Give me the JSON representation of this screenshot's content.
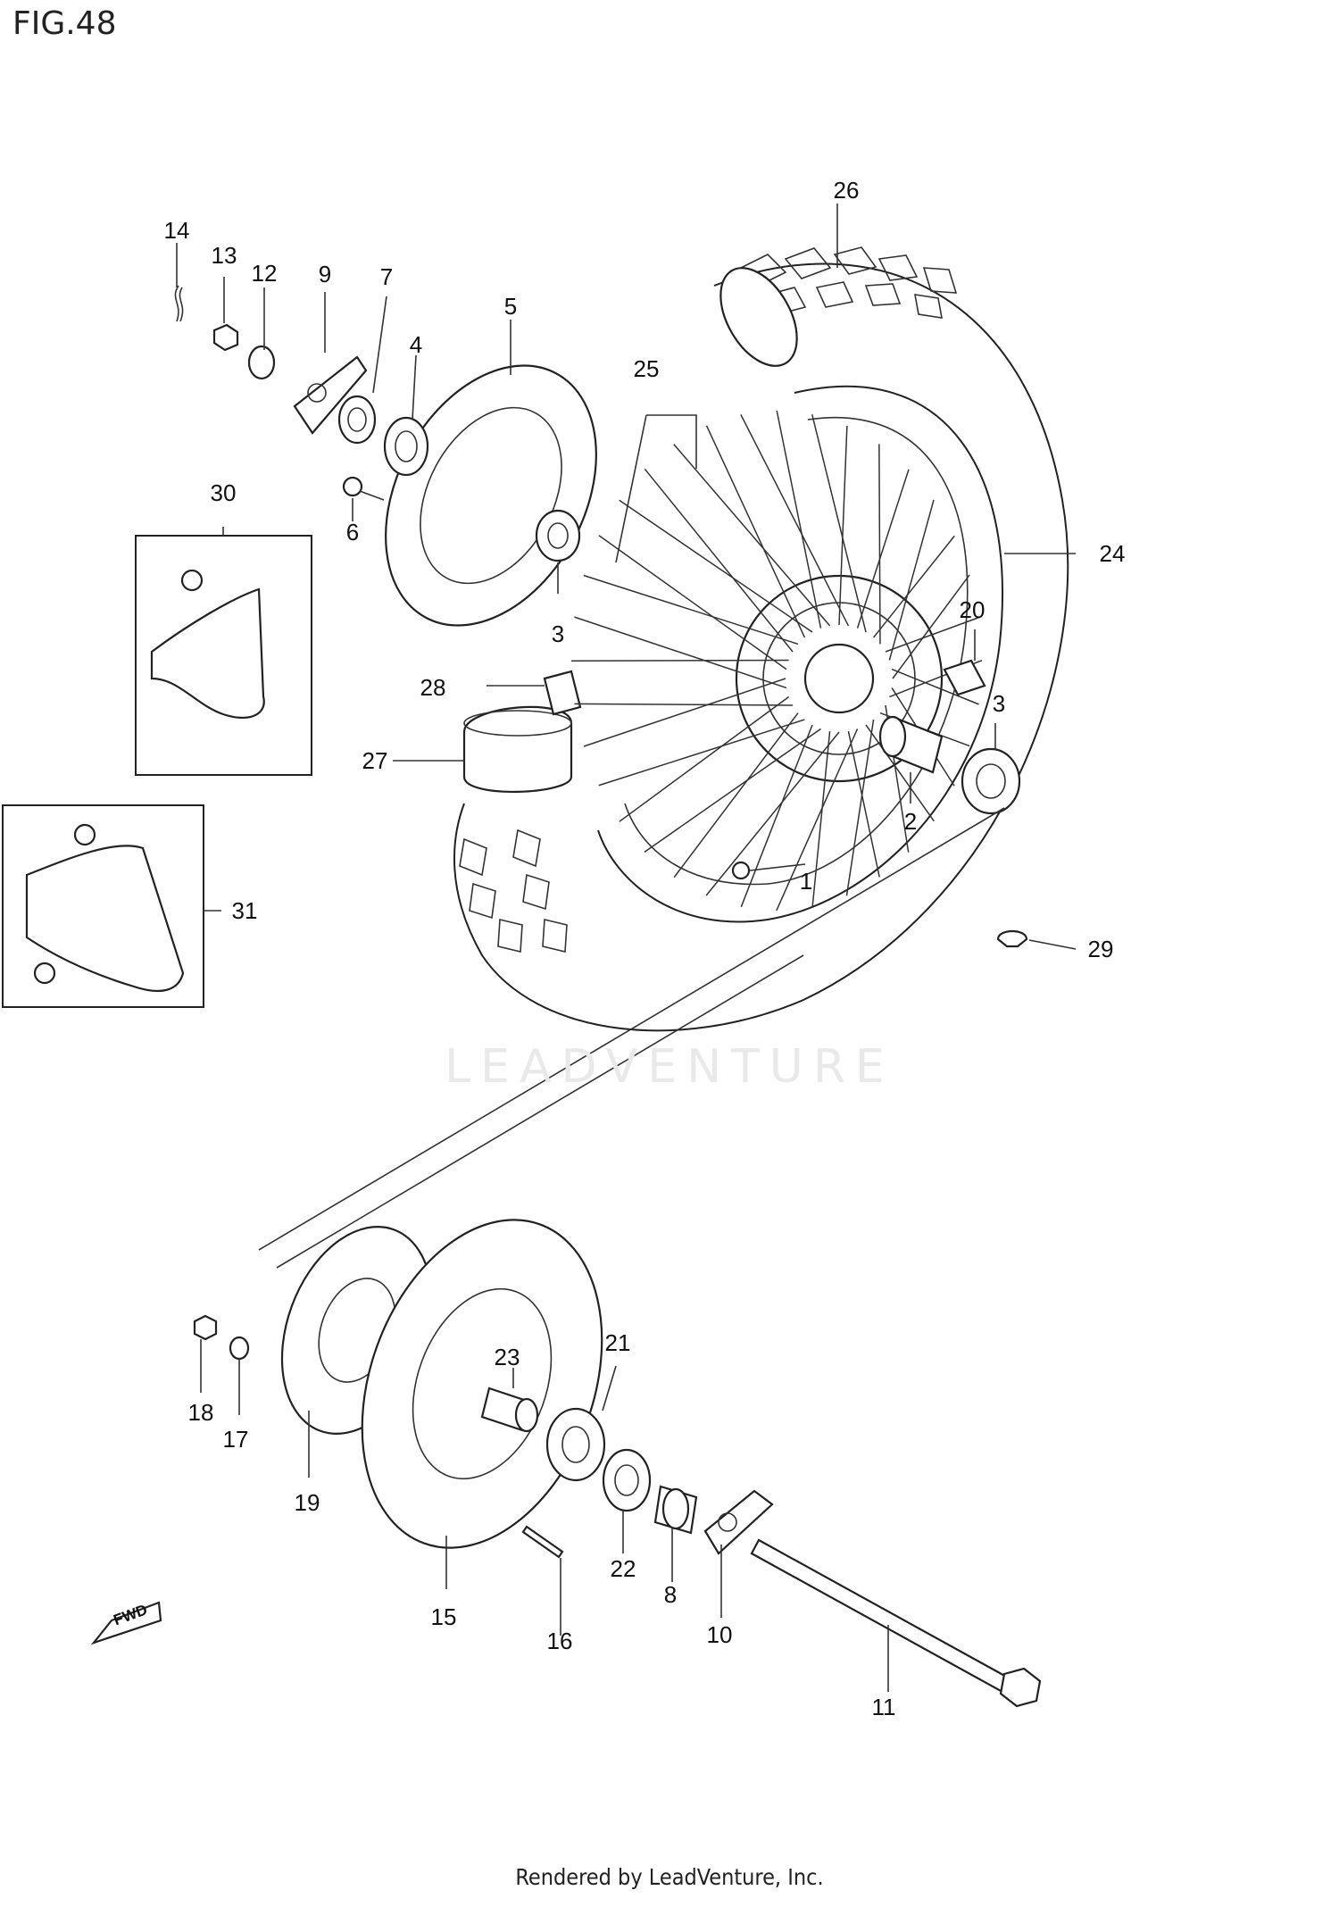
{
  "figure": {
    "title": "FIG.48",
    "watermark": "LEADVENTURE",
    "footer": "Rendered by LeadVenture, Inc.",
    "fwd_label": "FWD"
  },
  "callouts": {
    "c1": "1",
    "c2": "2",
    "c3a": "3",
    "c3b": "3",
    "c4": "4",
    "c5": "5",
    "c6": "6",
    "c7": "7",
    "c8": "8",
    "c9": "9",
    "c10": "10",
    "c11": "11",
    "c12": "12",
    "c13": "13",
    "c14": "14",
    "c15": "15",
    "c16": "16",
    "c17": "17",
    "c18": "18",
    "c19": "19",
    "c20": "20",
    "c21": "21",
    "c22": "22",
    "c23": "23",
    "c24": "24",
    "c25": "25",
    "c26": "26",
    "c27": "27",
    "c28": "28",
    "c29": "29",
    "c30": "30",
    "c31": "31"
  }
}
